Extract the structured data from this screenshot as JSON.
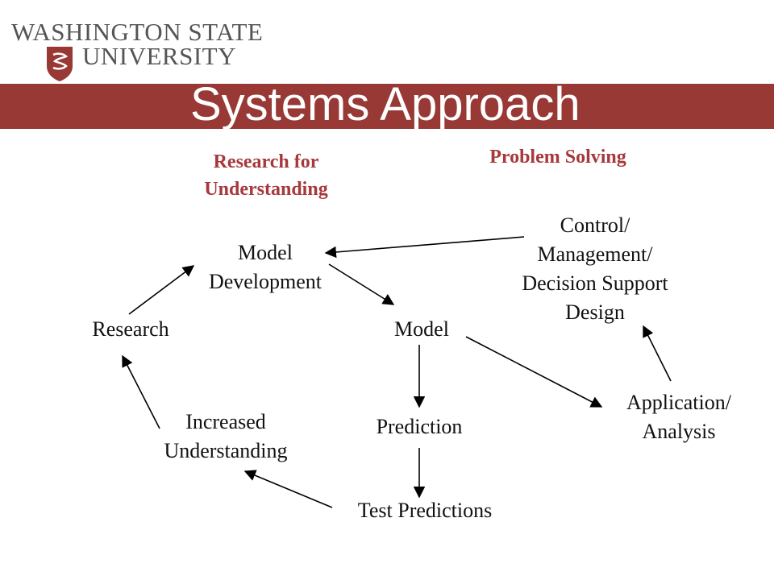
{
  "header": {
    "logo_line1": "WASHINGTON STATE",
    "logo_line2": "UNIVERSITY",
    "title": "Systems Approach",
    "brand_color": "#983935",
    "heading_color": "#a7383b"
  },
  "diagram": {
    "headings": {
      "research_for_understanding": "Research for Understanding",
      "problem_solving": "Problem Solving"
    },
    "nodes": {
      "model_development": "Model Development",
      "research": "Research",
      "model": "Model",
      "control": "Control/ Management/ Decision Support Design",
      "increased_understanding": "Increased Understanding",
      "prediction": "Prediction",
      "application": "Application/ Analysis",
      "test_predictions": "Test Predictions"
    },
    "edges": [
      {
        "from": "research",
        "to": "model_development"
      },
      {
        "from": "model_development",
        "to": "model"
      },
      {
        "from": "control",
        "to": "model_development"
      },
      {
        "from": "model",
        "to": "prediction"
      },
      {
        "from": "model",
        "to": "application"
      },
      {
        "from": "application",
        "to": "control"
      },
      {
        "from": "prediction",
        "to": "test_predictions"
      },
      {
        "from": "test_predictions",
        "to": "increased_understanding"
      },
      {
        "from": "increased_understanding",
        "to": "research"
      }
    ]
  }
}
